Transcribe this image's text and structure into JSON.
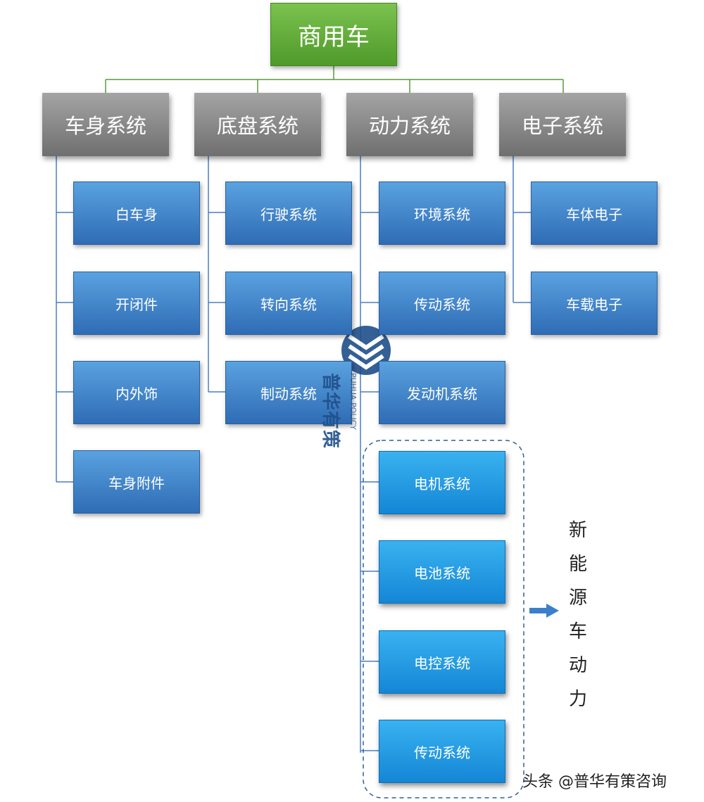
{
  "root": {
    "label": "商用车"
  },
  "categories": [
    {
      "label": "车身系统",
      "children": [
        "白车身",
        "开闭件",
        "内外饰",
        "车身附件"
      ]
    },
    {
      "label": "底盘系统",
      "children": [
        "行驶系统",
        "转向系统",
        "制动系统"
      ]
    },
    {
      "label": "动力系统",
      "children": [
        "环境系统",
        "传动系统",
        "发动机系统"
      ]
    },
    {
      "label": "电子系统",
      "children": [
        "车体电子",
        "车载电子"
      ]
    }
  ],
  "new_energy_group": {
    "items": [
      "电机系统",
      "电池系统",
      "电控系统",
      "传动系统"
    ],
    "label_chars": [
      "新",
      "能",
      "源",
      "车",
      "动",
      "力"
    ]
  },
  "watermark": {
    "text": "普华有策",
    "subtext": "PUHUA POLICY"
  },
  "footer": {
    "text": "头条 @普华有策咨询"
  },
  "colors": {
    "root": "#5aa83a",
    "category": "#8a8a8a",
    "leaf": "#3b7fca",
    "new_energy": "#1f9ae6",
    "connector": "#5a9a3a",
    "dashed_border": "#2f5f9f"
  }
}
